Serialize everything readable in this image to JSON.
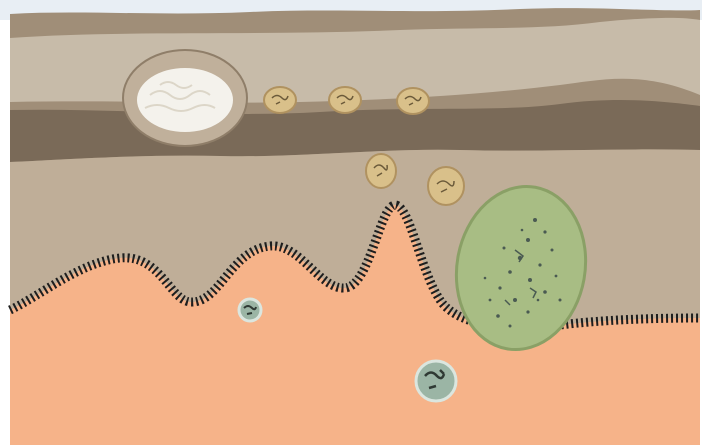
{
  "figure": {
    "description_free": true,
    "layers": [
      {
        "id": "outer-wall-band",
        "fill": "#a08e78"
      },
      {
        "id": "lumen-pale-band",
        "fill": "#c7bba9"
      },
      {
        "id": "dark-wall-band",
        "fill": "#7a6a58"
      },
      {
        "id": "lower-wall-band",
        "fill": "#bfae98"
      },
      {
        "id": "host-tissue",
        "fill": "#f6b389"
      },
      {
        "id": "border-spines",
        "fill": "#1e1e1e"
      }
    ],
    "elements": {
      "white-mass": {
        "fill": "#f4f2ec"
      },
      "capsule-sac": {
        "fill": "#c0b09b"
      },
      "tan-cyst": {
        "fill": "#d9c08a",
        "stroke": "#b09260",
        "count": 5
      },
      "green-cyst": {
        "fill": "#a8bd84",
        "stroke": "#8aa066"
      },
      "small-round-cyst": {
        "fill": "#9bb5a5",
        "count": 2
      }
    },
    "colors": {
      "sky": "#e8eef4",
      "spine": "#1e1e1e",
      "green_speckle": "#4a5a52"
    }
  }
}
